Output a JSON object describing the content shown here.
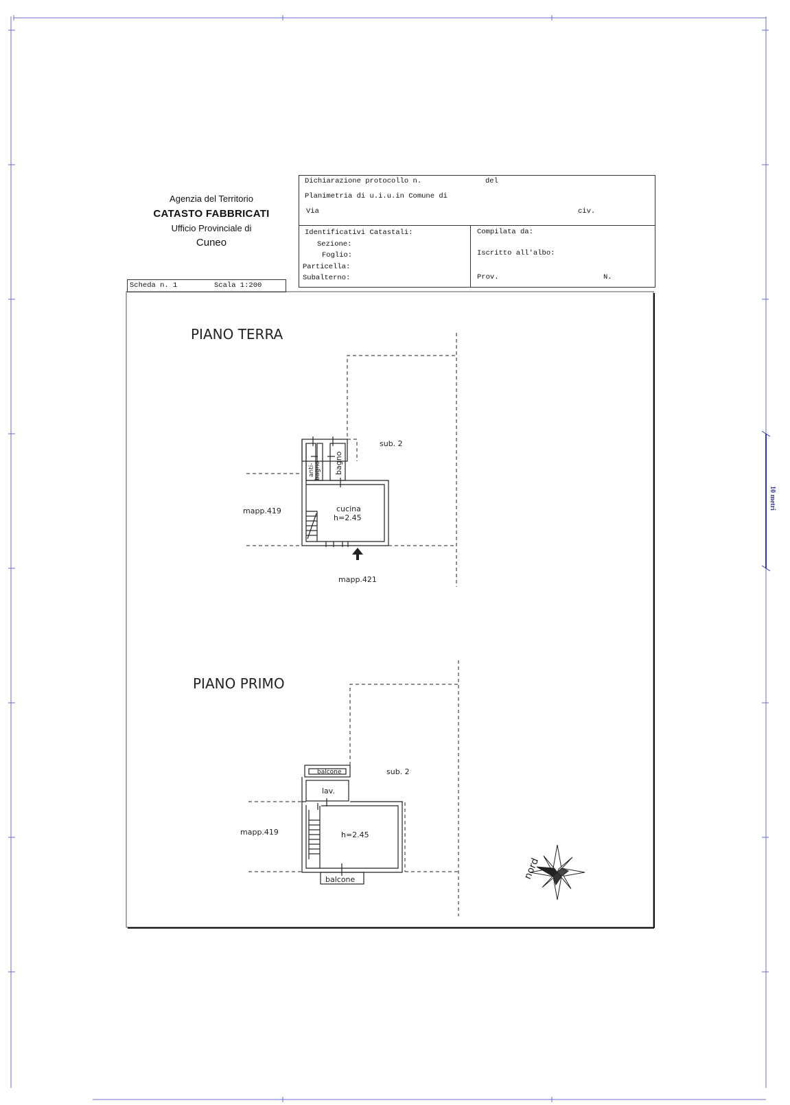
{
  "header": {
    "agency": "Agenzia del Territorio",
    "catasto": "CATASTO FABBRICATI",
    "ufficio": "Ufficio Provinciale di",
    "city": "Cuneo"
  },
  "form": {
    "dichiarazione": "Dichiarazione protocollo n.",
    "del": "del",
    "planimetria": "Planimetria di u.i.u.in Comune di",
    "via": "Via",
    "civ": "civ.",
    "identificativi": "Identificativi Catastali:",
    "sezione": "Sezione:",
    "foglio": "Foglio:",
    "particella": "Particella:",
    "subalterno": "Subalterno:",
    "compilata": "Compilata da:",
    "iscritto": "Iscritto all'albo:",
    "prov": "Prov.",
    "n": "N."
  },
  "scheda": {
    "scheda": "Scheda n. 1",
    "scala": "Scala 1:200"
  },
  "floors": {
    "ground": {
      "title": "PIANO TERRA",
      "anti": "anti-",
      "anti2": "bagno",
      "bagno": "bagno",
      "cucina": "cucina",
      "height": "h=2.45",
      "sub": "sub. 2",
      "mapp_left": "mapp.419",
      "mapp_bottom": "mapp.421"
    },
    "first": {
      "title": "PIANO PRIMO",
      "balcone_top": "balcone",
      "lav": "lav.",
      "height": "h=2.45",
      "balcone_bottom": "balcone",
      "sub": "sub. 2",
      "mapp_left": "mapp.419"
    }
  },
  "compass": {
    "label": "nord"
  },
  "scale_bar": {
    "label": "10 metri",
    "color": "#3333aa"
  }
}
